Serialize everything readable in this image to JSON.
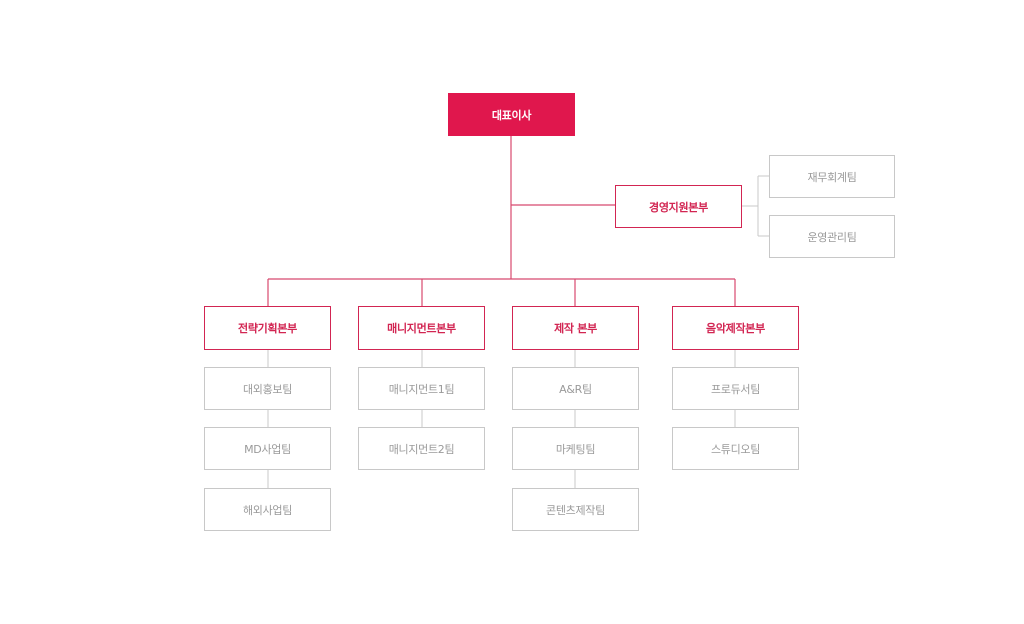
{
  "org_chart": {
    "ceo": "대표이사",
    "support_division": {
      "name": "경영지원본부",
      "teams": [
        "재무회계팀",
        "운영관리팀"
      ]
    },
    "divisions": [
      {
        "name": "전략기획본부",
        "teams": [
          "대외홍보팀",
          "MD사업팀",
          "해외사업팀"
        ]
      },
      {
        "name": "매니지먼트본부",
        "teams": [
          "매니지먼트1팀",
          "매니지먼트2팀"
        ]
      },
      {
        "name": "제작 본부",
        "teams": [
          "A&R팀",
          "마케팅팀",
          "콘텐츠제작팀"
        ]
      },
      {
        "name": "음악제작본부",
        "teams": [
          "프로듀서팀",
          "스튜디오팀"
        ]
      }
    ]
  },
  "colors": {
    "accent": "#e0174d",
    "division_border": "#d22552",
    "team_border": "#c8c8c8",
    "team_text": "#9a9a9a",
    "connector_accent": "#d8496f",
    "connector_gray": "#c8c8c8"
  }
}
